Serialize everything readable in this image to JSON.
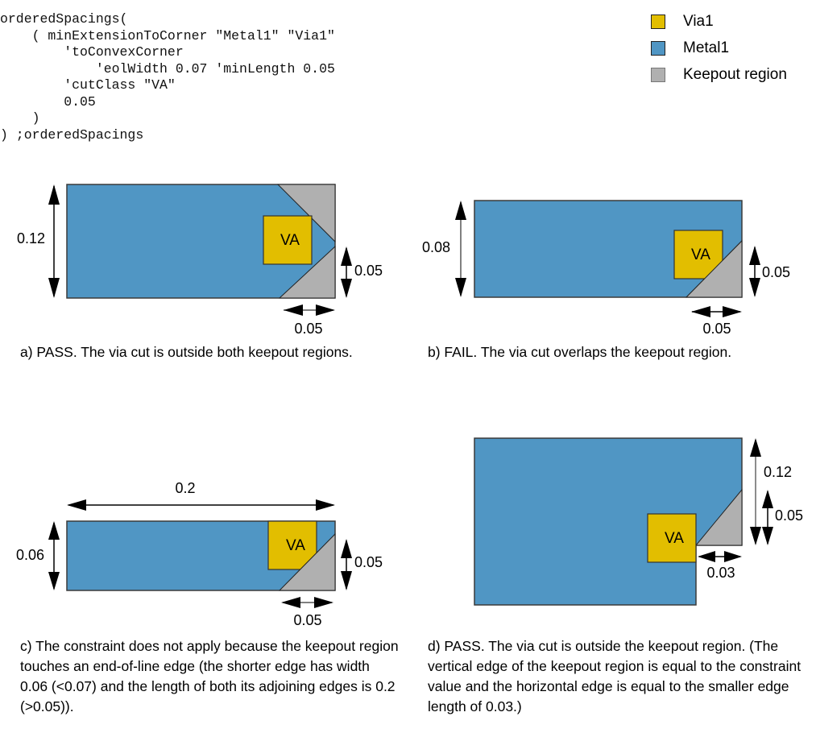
{
  "code": {
    "lines": [
      "orderedSpacings(",
      "    ( minExtensionToCorner \"Metal1\" \"Via1\"",
      "        'toConvexCorner",
      "            'eolWidth 0.07 'minLength 0.05",
      "        'cutClass \"VA\"",
      "        0.05",
      "    )",
      ") ;orderedSpacings"
    ]
  },
  "legend": {
    "items": [
      {
        "label": "Via1",
        "color": "#e2be00"
      },
      {
        "label": "Metal1",
        "color": "#5096c4"
      },
      {
        "label": "Keepout region",
        "color": "#b0b0b0"
      }
    ]
  },
  "colors": {
    "metal": "#5096c4",
    "via": "#e2be00",
    "keepout": "#b0b0b0",
    "outline": "#3a3a3a"
  },
  "panels": {
    "a": {
      "via_label": "VA",
      "height_dim": "0.12",
      "keepout_vertical_dim": "0.05",
      "keepout_horizontal_dim": "0.05",
      "caption": "a) PASS. The via cut is outside both keepout regions."
    },
    "b": {
      "via_label": "VA",
      "height_dim": "0.08",
      "keepout_vertical_dim": "0.05",
      "keepout_horizontal_dim": "0.05",
      "caption": "b) FAIL. The via cut overlaps the keepout region."
    },
    "c": {
      "via_label": "VA",
      "width_dim": "0.2",
      "height_dim": "0.06",
      "keepout_vertical_dim": "0.05",
      "keepout_horizontal_dim": "0.05",
      "caption": "c) The constraint does not apply because the keepout region touches an end-of-line edge (the shorter edge has width 0.06 (<0.07) and the length of both its adjoining edges is 0.2 (>0.05))."
    },
    "d": {
      "via_label": "VA",
      "height_dim": "0.12",
      "keepout_vertical_dim": "0.05",
      "keepout_horizontal_dim": "0.03",
      "caption": "d) PASS. The via cut is outside the keepout region. (The vertical edge of the keepout region is equal to the constraint value and the horizontal edge is equal to the smaller edge length of 0.03.)"
    }
  }
}
